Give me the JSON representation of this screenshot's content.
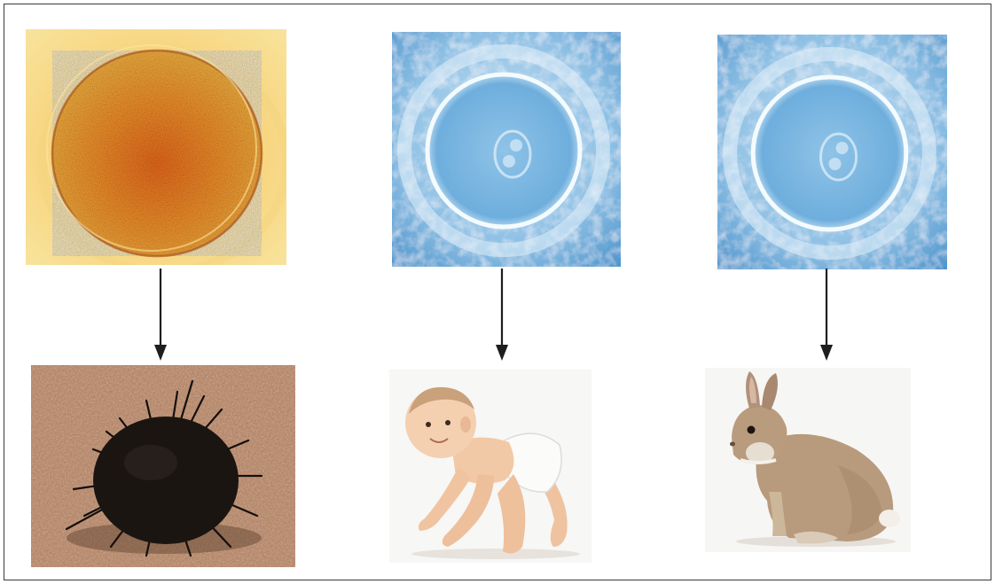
{
  "diagram": {
    "type": "egg-to-organism illustration",
    "columns": [
      {
        "egg_icon": "sea-urchin-egg-cell",
        "organism_icon": "sea-urchin",
        "egg_color": "#f2a63a",
        "organism_color": "#1b1512",
        "background_color": "#b08468"
      },
      {
        "egg_icon": "human-egg-cell",
        "organism_icon": "crawling-baby",
        "egg_color": "#5aa0d2",
        "organism_color": "#f2c9a6",
        "background_color": "#f6f6f4"
      },
      {
        "egg_icon": "rabbit-egg-cell",
        "organism_icon": "rabbit",
        "egg_color": "#5aa0d2",
        "organism_color": "#b89a7c",
        "background_color": "#f6f6f4"
      }
    ],
    "arrow_color": "#1e1e1e"
  }
}
